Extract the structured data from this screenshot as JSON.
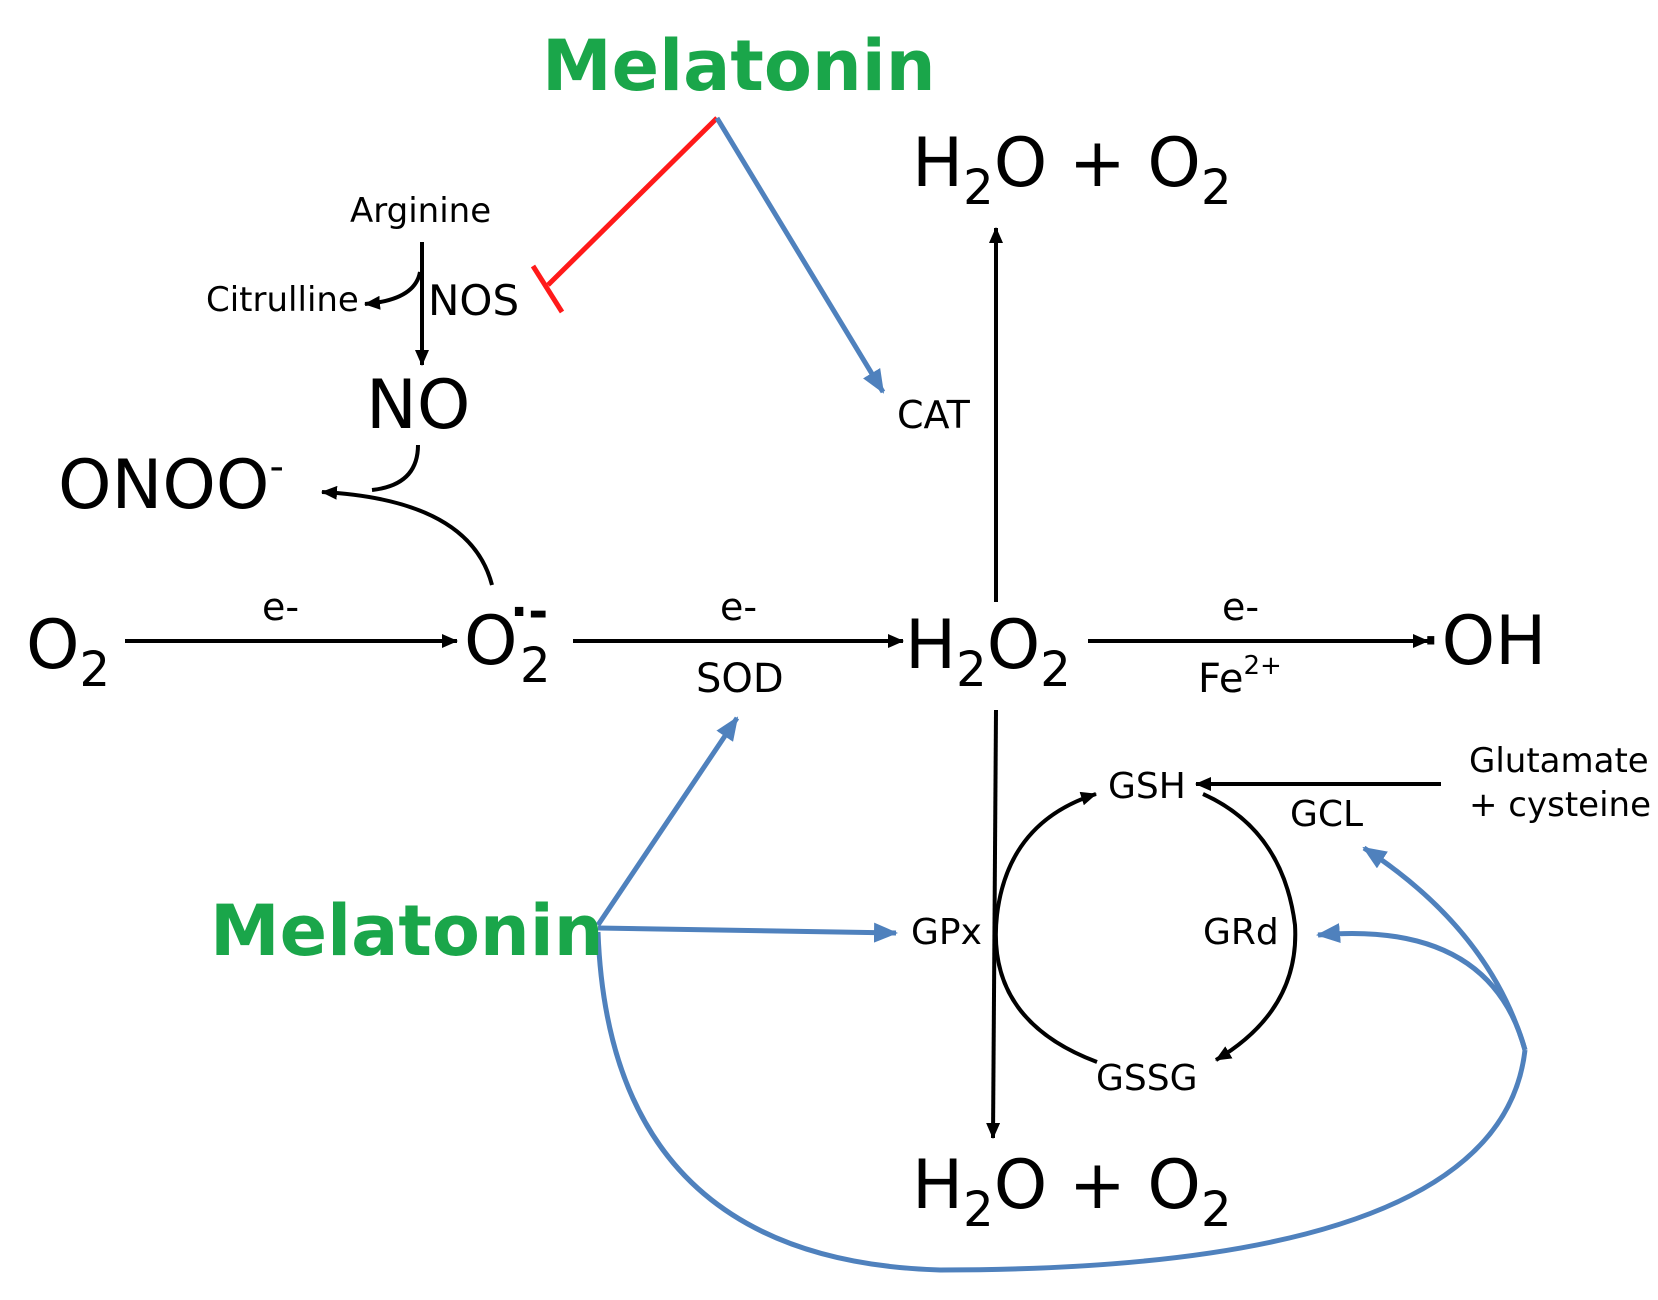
{
  "colors": {
    "melatonin": "#1aa64a",
    "activation": "#4f81bd",
    "inhibition": "#ff1a1a",
    "reaction": "#000000"
  },
  "labels": {
    "melatonin_top": "Melatonin",
    "melatonin_bottom": "Melatonin",
    "arginine": "Arginine",
    "citrulline": "Citrulline",
    "nos": "NOS",
    "no": "NO",
    "onoo": "ONOO",
    "onoo_charge": "-",
    "o2_left": "O",
    "o2_left_sub": "2",
    "superoxide": "O",
    "superoxide_sub": "2",
    "superoxide_charge": "·-",
    "h2o2_h": "H",
    "h2o2_sub1": "2",
    "h2o2_o": "O",
    "h2o2_sub2": "2",
    "oh_radical": "·OH",
    "e_minus_1": "e-",
    "e_minus_2": "e-",
    "e_minus_3": "e-",
    "sod": "SOD",
    "fe": "Fe",
    "fe_charge": "2+",
    "cat": "CAT",
    "water_top_h": "H",
    "water_top_sub": "2",
    "water_top_rest": "O + O",
    "water_top_sub2": "2",
    "water_bottom_h": "H",
    "water_bottom_sub": "2",
    "water_bottom_rest": "O + O",
    "water_bottom_sub2": "2",
    "gsh": "GSH",
    "gssg": "GSSG",
    "grd": "GRd",
    "gpx": "GPx",
    "gcl": "GCL",
    "glutamate": "Glutamate",
    "cysteine": "+ cysteine"
  }
}
